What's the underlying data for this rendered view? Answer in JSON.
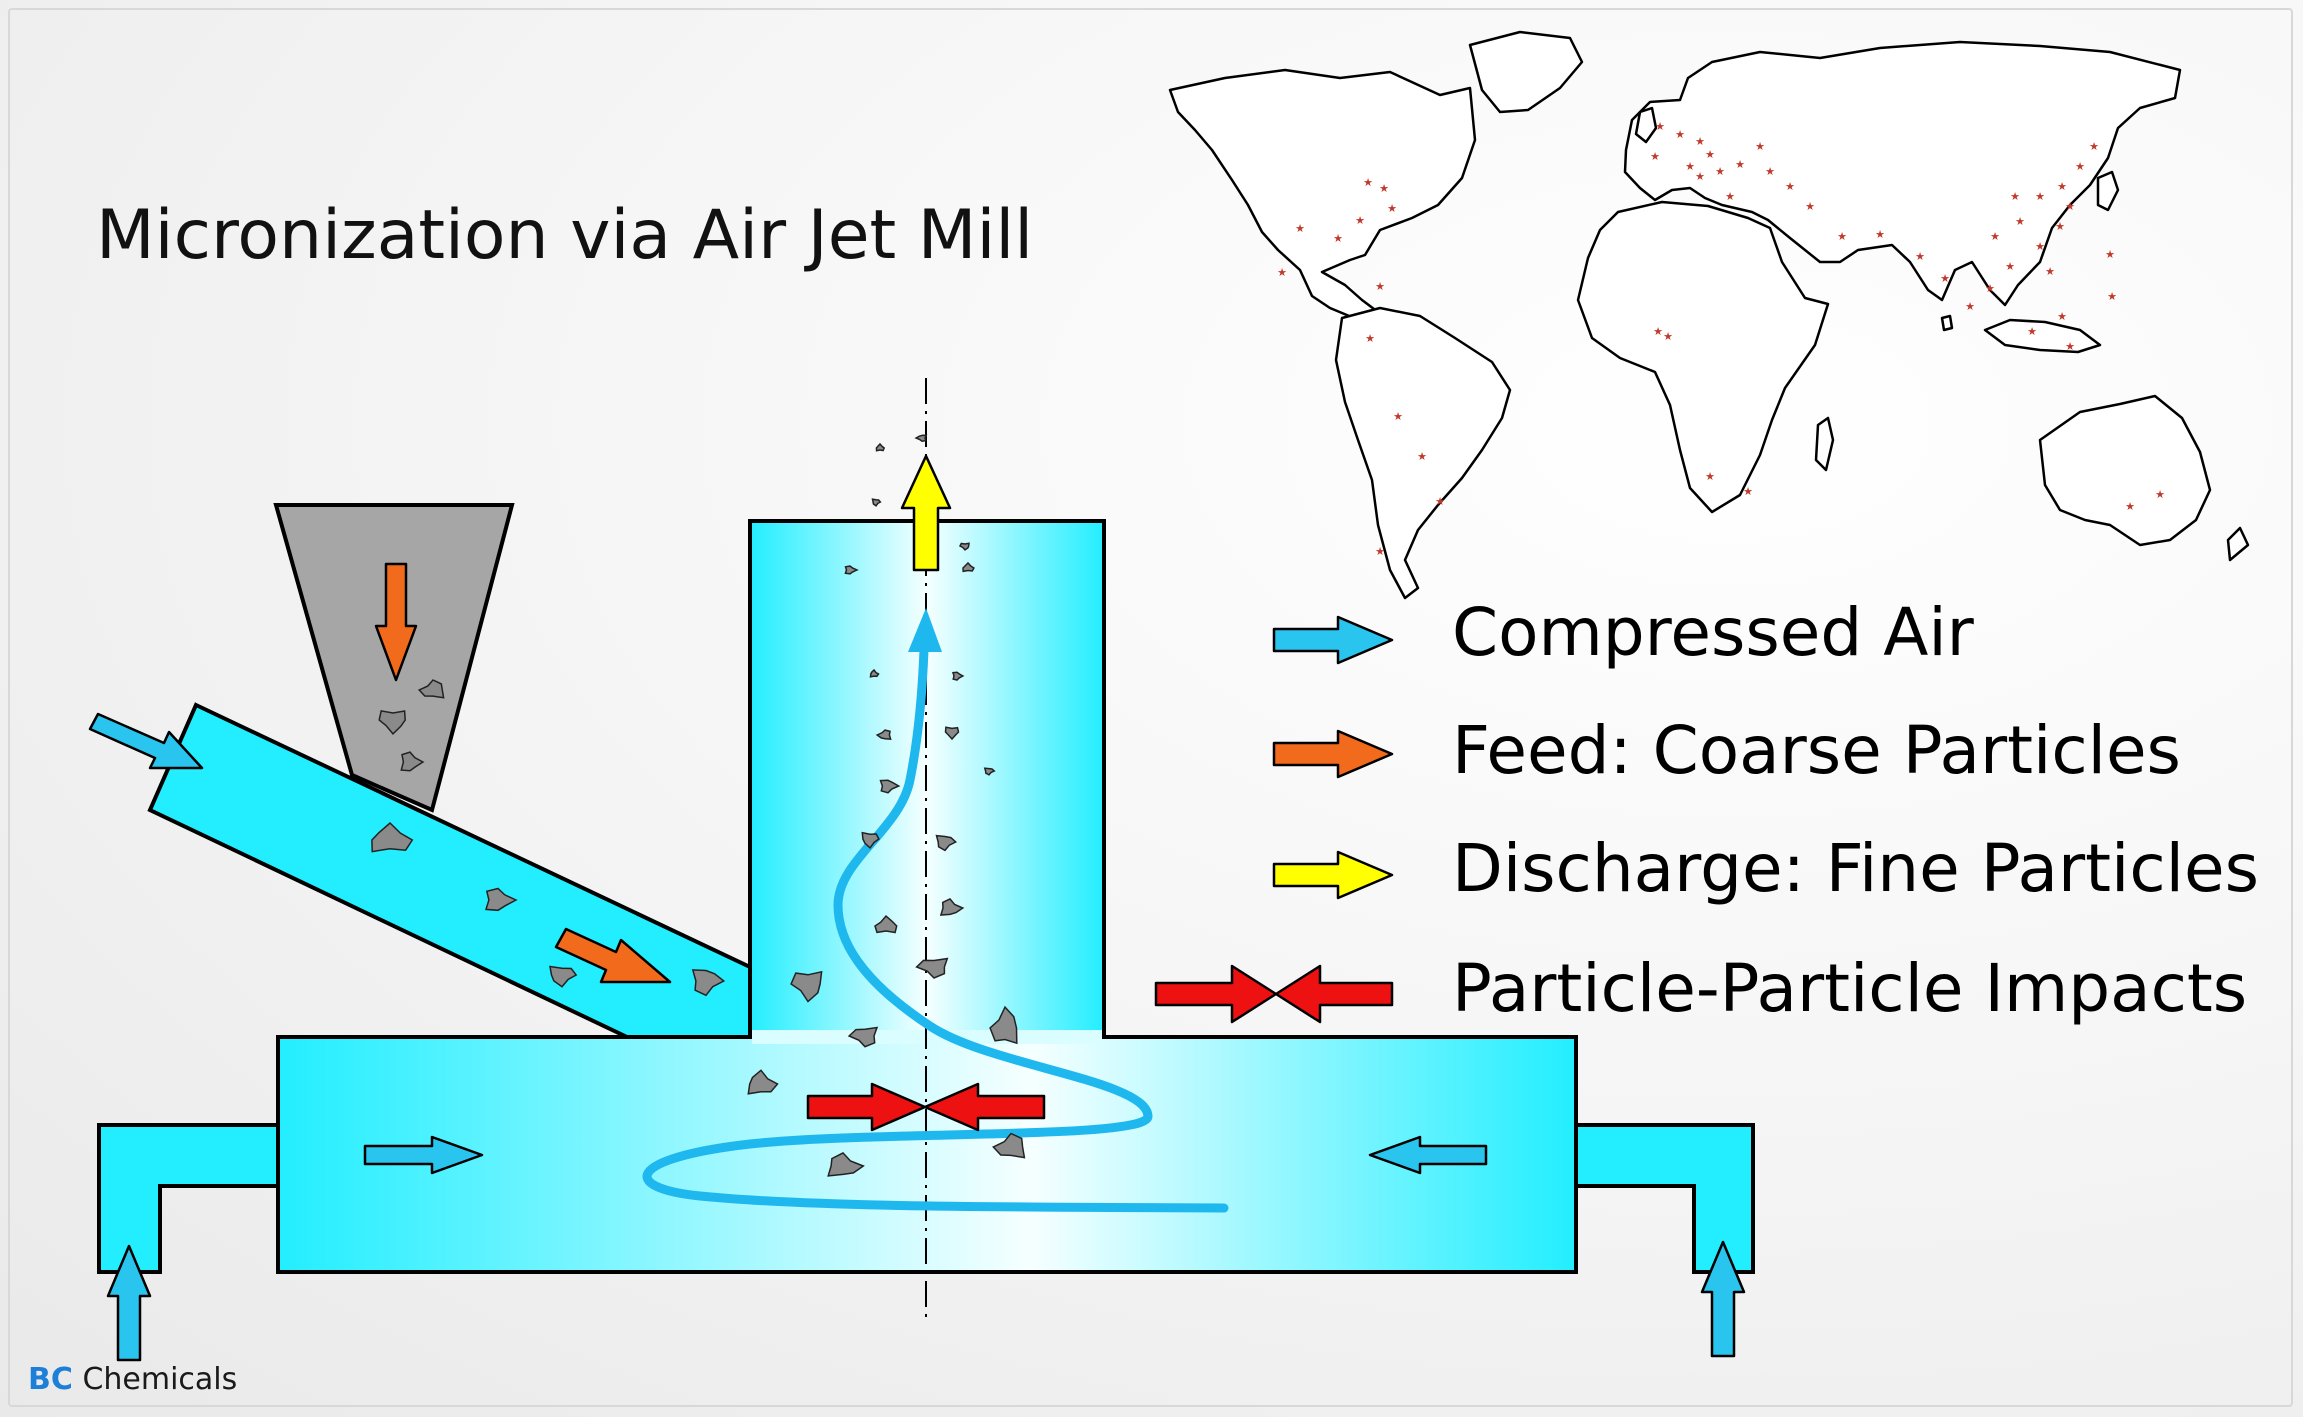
{
  "title": "Micronization via Air Jet Mill",
  "legend": [
    {
      "label": "Compressed Air",
      "color": "#29c5ee",
      "icon": "arrow-right"
    },
    {
      "label": "Feed: Coarse Particles",
      "color": "#f26a1b",
      "icon": "arrow-right"
    },
    {
      "label": "Discharge: Fine Particles",
      "color": "#ffff00",
      "icon": "arrow-right"
    },
    {
      "label": "Particle-Particle Impacts",
      "color": "#ee1111",
      "icon": "opposing-arrows"
    }
  ],
  "brand": {
    "prefix": "BC",
    "name": "Chemicals"
  },
  "colors": {
    "chamber_cyan": "#22eeff",
    "chamber_center": "#f6ffff",
    "hopper_gray": "#a6a6a6",
    "particle_gray": "#8a8a8a",
    "location_marker": "#c0392b"
  }
}
